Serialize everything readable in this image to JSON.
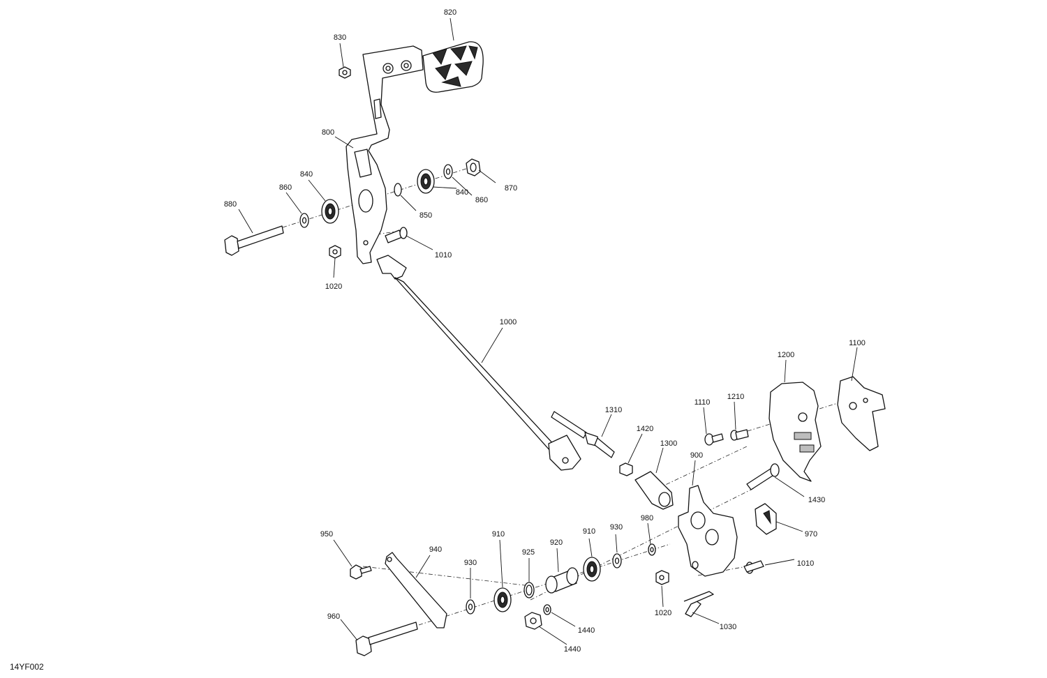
{
  "drawing_code": "14YF002",
  "callouts": [
    "820",
    "830",
    "800",
    "840",
    "860",
    "880",
    "850",
    "840",
    "860",
    "870",
    "1010",
    "1020",
    "1000",
    "1100",
    "1200",
    "1110",
    "1210",
    "1310",
    "1420",
    "1300",
    "900",
    "1430",
    "950",
    "940",
    "930",
    "910",
    "925",
    "920",
    "910",
    "930",
    "980",
    "970",
    "1010",
    "960",
    "1440",
    "1440",
    "1020",
    "1030"
  ]
}
